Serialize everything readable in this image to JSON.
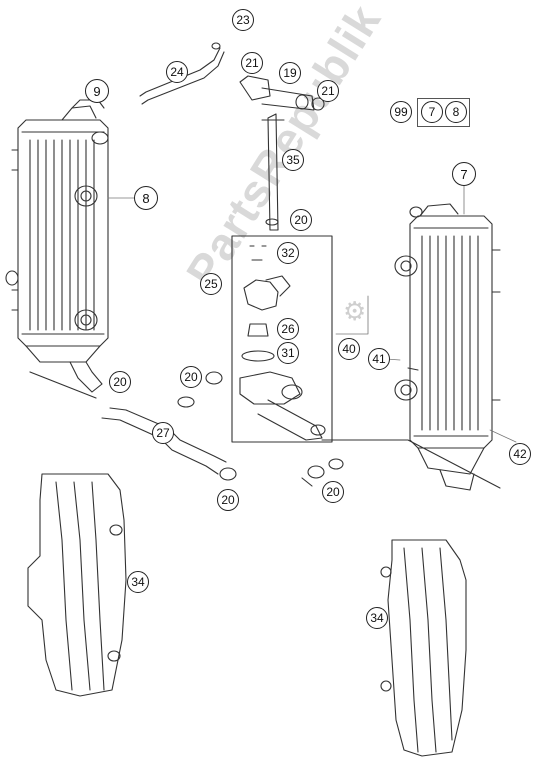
{
  "diagram": {
    "watermark": "PartsRepublik",
    "part_labels": {
      "p23": "23",
      "p24": "24",
      "p21a": "21",
      "p19": "19",
      "p21b": "21",
      "p9": "9",
      "p99": "99",
      "p7box": "7",
      "p8box": "8",
      "p35": "35",
      "p8": "8",
      "p7": "7",
      "p20a": "20",
      "p32": "32",
      "p25": "25",
      "p26": "26",
      "p31": "31",
      "p40": "40",
      "p41": "41",
      "p20b": "20",
      "p20c": "20",
      "p27": "27",
      "p42": "42",
      "p20d": "20",
      "p20e": "20",
      "p34a": "34",
      "p34b": "34"
    }
  }
}
